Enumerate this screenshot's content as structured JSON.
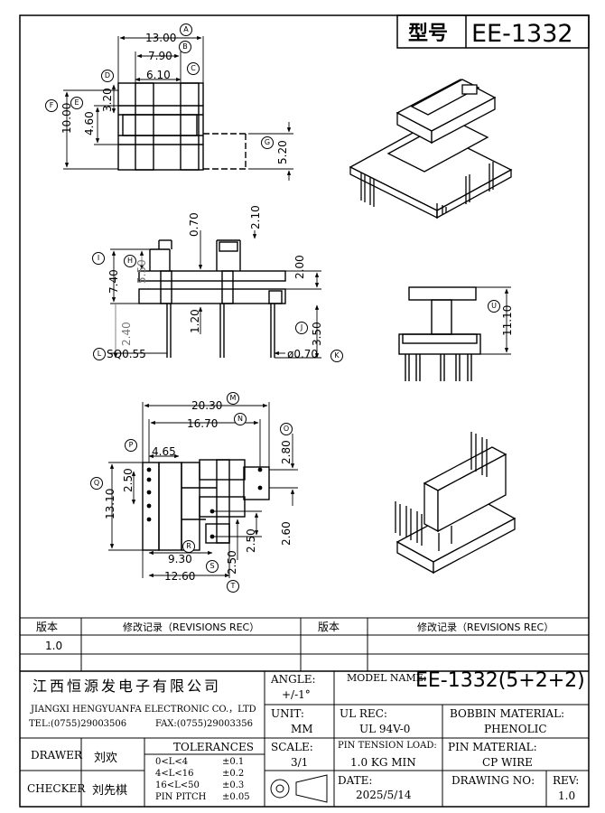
{
  "header": {
    "type_label": "型号",
    "model": "EE-1332"
  },
  "dims": {
    "a": "13.00",
    "b": "7.90",
    "c": "6.10",
    "d": "3.20",
    "e": "4.60",
    "f": "10.00",
    "g": "5.20",
    "h": "5.50",
    "i": "7.40",
    "t070": "0.70",
    "t210": "2.10",
    "t200": "2.00",
    "t120": "1.20",
    "t240": "2.40",
    "t350": "3.50",
    "sq": "SQ0.55",
    "pin_d": "ø0.70",
    "u": "11.10",
    "m": "20.30",
    "n": "16.70",
    "p": "4.65",
    "t250a": "2.50",
    "q": "13.10",
    "t280": "2.80",
    "t260": "2.60",
    "r": "9.30",
    "t250b": "2.50",
    "t250c": "2.50",
    "t1260": "12.60"
  },
  "markers": [
    "A",
    "B",
    "C",
    "D",
    "E",
    "F",
    "G",
    "H",
    "I",
    "J",
    "K",
    "L",
    "M",
    "N",
    "O",
    "P",
    "Q",
    "R",
    "S",
    "T",
    "U"
  ],
  "revision": {
    "col1": "版本",
    "col2": "修改记录（REVISIONS REC）",
    "col3": "版本",
    "col4": "修改记录（REVISIONS REC）",
    "version": "1.0"
  },
  "title_block": {
    "company_cn": "江西恒源发电子有限公司",
    "company_en": "JIANGXI HENGYUANFA ELECTRONIC CO.，LTD",
    "tel": "TEL:(0755)29003506",
    "fax": "FAX:(0755)29003356",
    "angle_label": "ANGLE:",
    "angle_value": "+/-1°",
    "model_name_label": "MODEL NAME:",
    "model_name_value": "EE-1332(5+2+2)",
    "unit_label": "UNIT:",
    "unit_value": "MM",
    "ul_label": "UL REC:",
    "ul_value": "UL 94V-0",
    "bobbin_label": "BOBBIN MATERIAL:",
    "bobbin_value": "PHENOLIC",
    "drawer_label": "DRAWER",
    "drawer_name": "刘欢",
    "checker_label": "CHECKER",
    "checker_name": "刘先棋",
    "tolerances_label": "TOLERANCES",
    "tol_rows": [
      {
        "range": "0<L<4",
        "value": "±0.1"
      },
      {
        "range": "4<L<16",
        "value": "±0.2"
      },
      {
        "range": "16<L<50",
        "value": "±0.3"
      },
      {
        "range": "PIN PITCH",
        "value": "±0.05"
      }
    ],
    "scale_label": "SCALE:",
    "scale_value": "3/1",
    "tension_label": "PIN TENSION LOAD:",
    "tension_value": "1.0 KG MIN",
    "pin_material_label": "PIN MATERIAL:",
    "pin_material_value": "CP WIRE",
    "date_label": "DATE:",
    "date_value": "2025/5/14",
    "drawing_no_label": "DRAWING NO:",
    "drawing_no_value": "",
    "rev_label": "REV:",
    "rev_value": "1.0"
  }
}
